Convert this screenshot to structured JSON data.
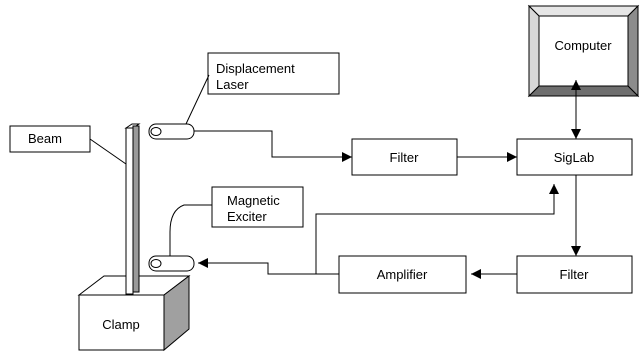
{
  "labels": {
    "computer": "Computer",
    "displacement_line1": "Displacement",
    "displacement_line2": "Laser",
    "beam": "Beam",
    "filter_top": "Filter",
    "siglab": "SigLab",
    "magnetic_line1": "Magnetic",
    "magnetic_line2": "Exciter",
    "amplifier": "Amplifier",
    "filter_bottom": "Filter",
    "clamp": "Clamp"
  }
}
